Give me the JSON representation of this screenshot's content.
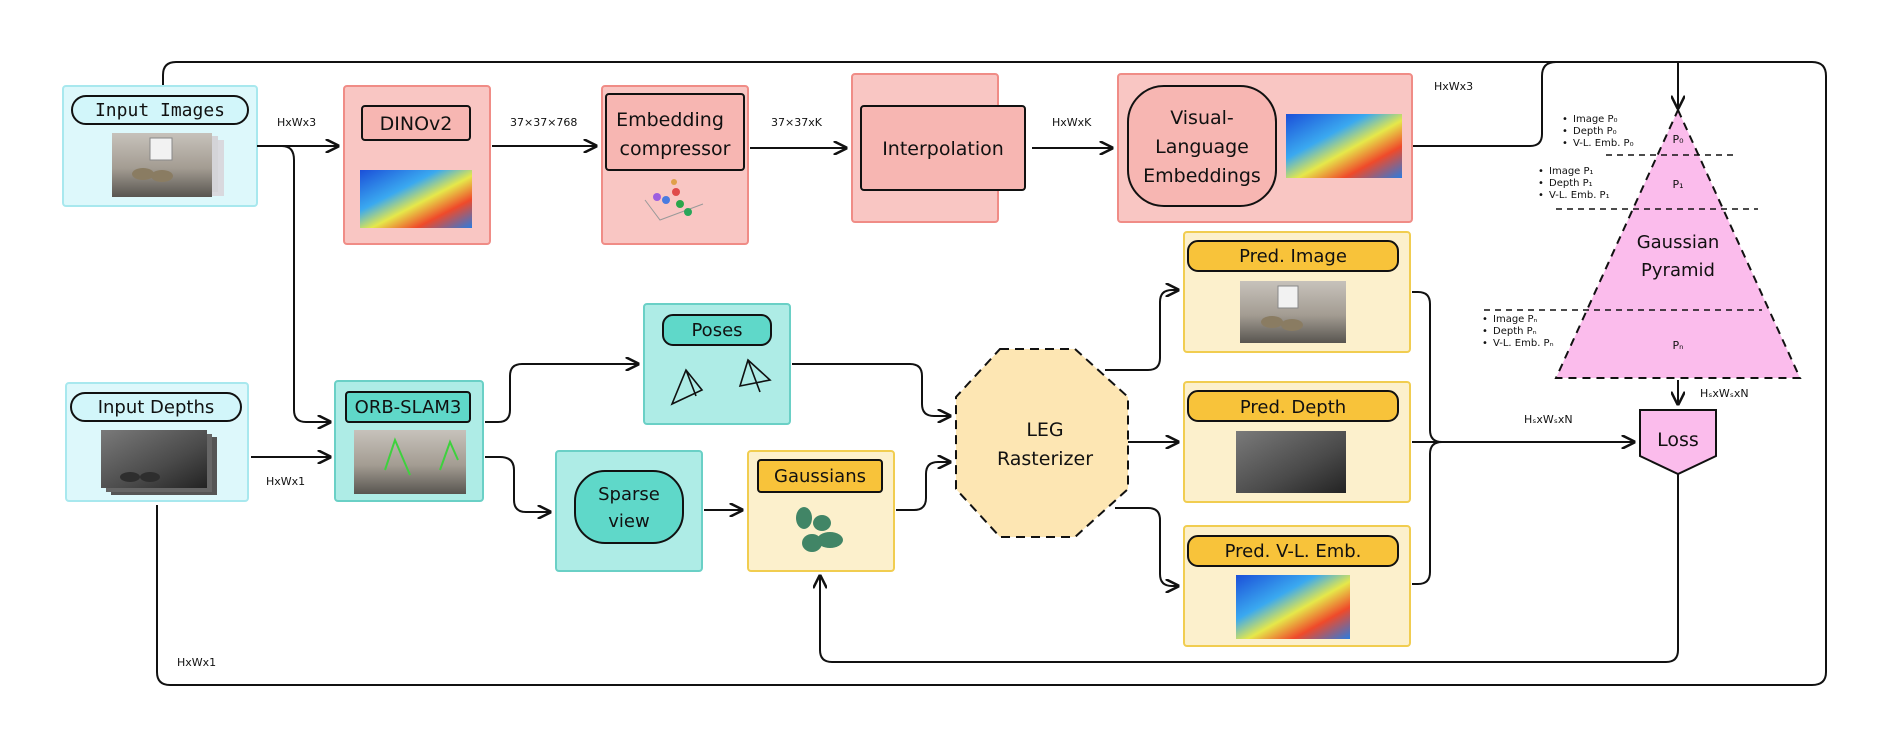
{
  "colors": {
    "red_box": "#f9c6c3",
    "red_border": "#f08c86",
    "red_label": "#f7b6b2",
    "teal_box": "#aeece6",
    "teal_border": "#6ad0c6",
    "teal_label": "#5fd8c9",
    "cyan_box": "#ddf8fb",
    "cyan_border": "#a8e8ee",
    "cyan_label": "#d2f6fa",
    "yellow_box": "#fcf0cc",
    "yellow_border": "#f1cd50",
    "yellow_label": "#f8c33a",
    "octagon": "#fde6b3",
    "pink": "#fbbcec",
    "line": "#111111"
  },
  "inputs": {
    "images_label": "Input Images",
    "depths_label": "Input Depths"
  },
  "top_row": {
    "dino_label": "DINOv2",
    "compressor_line1": "Embedding",
    "compressor_line2": "compressor",
    "interp_label": "Interpolation",
    "vle_line1": "Visual-",
    "vle_line2": "Language",
    "vle_line3": "Embeddings"
  },
  "middle": {
    "orb_label": "ORB-SLAM3",
    "poses_label": "Poses",
    "sparse_line1": "Sparse",
    "sparse_line2": "view",
    "gaussians_label": "Gaussians",
    "leg_line1": "LEG",
    "leg_line2": "Rasterizer"
  },
  "outputs": {
    "pred_image": "Pred. Image",
    "pred_depth": "Pred. Depth",
    "pred_vle": "Pred. V-L. Emb."
  },
  "pyramid": {
    "title_line1": "Gaussian",
    "title_line2": "Pyramid",
    "level0": "P₀",
    "level1": "P₁",
    "leveln": "Pₙ",
    "bullets0": [
      "Image P₀",
      "Depth P₀",
      "V-L. Emb. P₀"
    ],
    "bullets1": [
      "Image P₁",
      "Depth P₁",
      "V-L. Emb. P₁"
    ],
    "bulletsn": [
      "Image Pₙ",
      "Depth Pₙ",
      "V-L. Emb. Pₙ"
    ]
  },
  "loss_label": "Loss",
  "edge_labels": {
    "img_hxw3": "HxWx3",
    "dino_out": "37×37×768",
    "comp_out": "37×37xK",
    "interp_out": "HxWxK",
    "top_hxw3": "HxWx3",
    "depth_hxw1": "HxWx1",
    "bottom_hxw1": "HxWx1",
    "loss_in": "HₛxWₛxN",
    "loss_top": "HₛxWₛxN"
  }
}
